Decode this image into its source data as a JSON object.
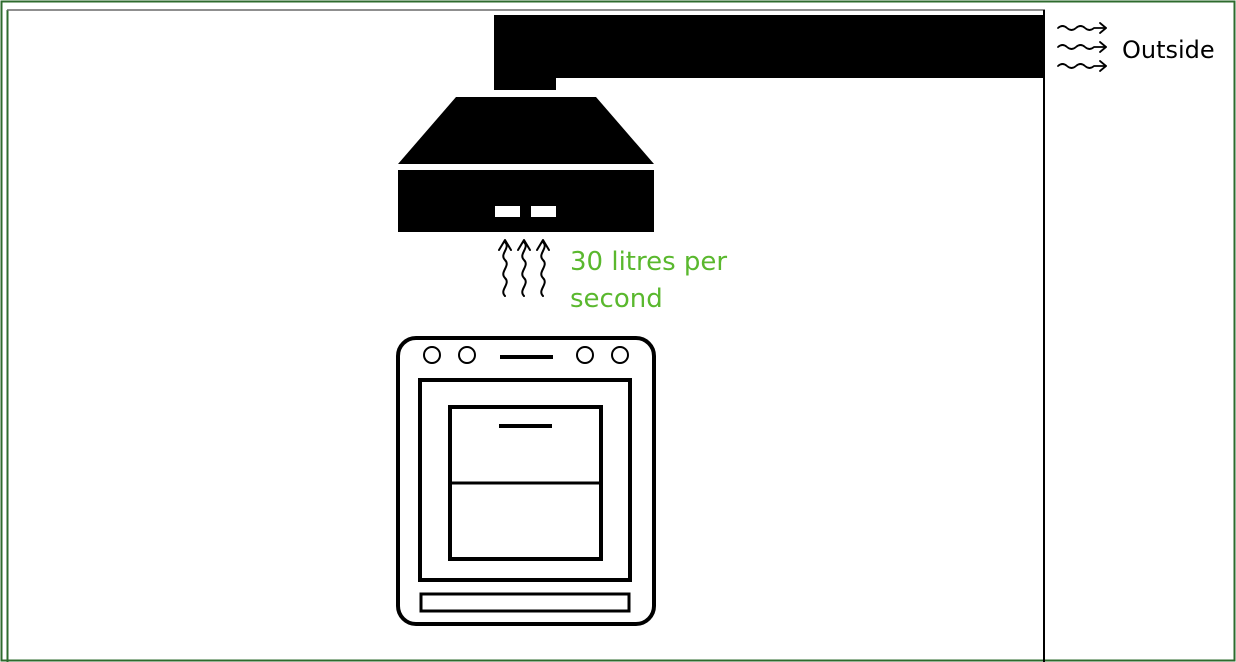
{
  "diagram": {
    "outside_label": "Outside",
    "airflow_label_line1": "30 litres per",
    "airflow_label_line2": "second",
    "icons": {
      "hood": "range-hood-icon",
      "duct": "exhaust-duct-icon",
      "oven": "oven-icon",
      "rising_air": "rising-air-arrows-icon",
      "outside_air": "outflow-air-arrows-icon"
    },
    "colors": {
      "airflow_label": "#5ab82e",
      "frame_border": "#2e6b2e",
      "ink": "#000000"
    }
  }
}
